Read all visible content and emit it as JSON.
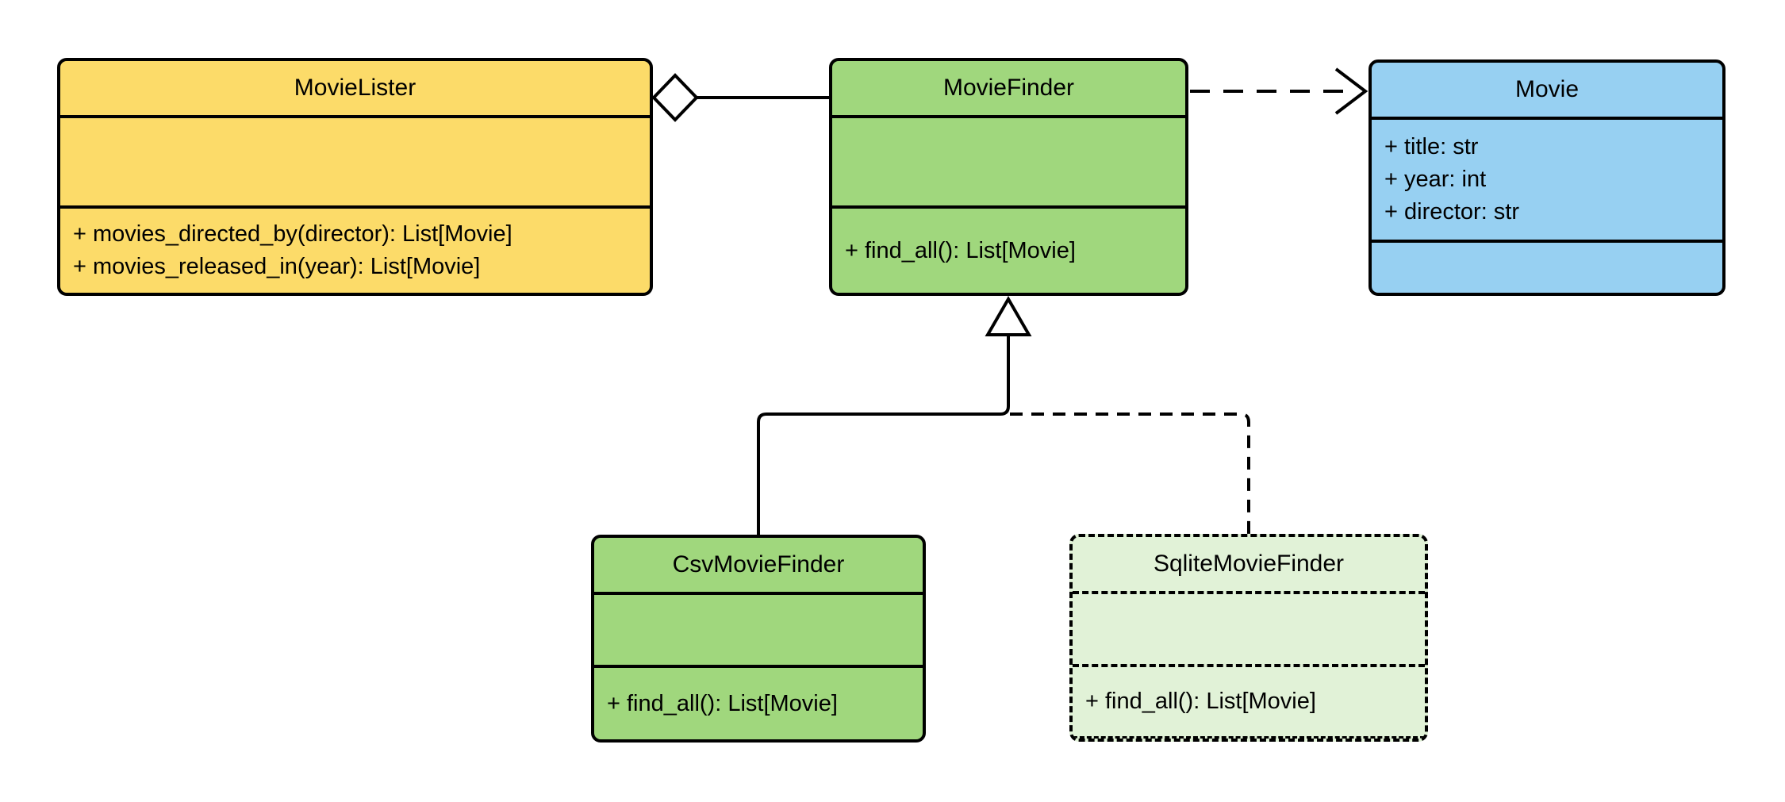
{
  "diagram": {
    "type": "uml-class-diagram",
    "background_color": "#ffffff",
    "line_color": "#000000",
    "classes": [
      {
        "name": "MovieLister",
        "fill": "#FCDB69",
        "border_style": "solid",
        "attributes": [],
        "methods": [
          "+ movies_directed_by(director): List[Movie]",
          "+ movies_released_in(year): List[Movie]"
        ]
      },
      {
        "name": "MovieFinder",
        "fill": "#A0D77D",
        "border_style": "solid",
        "attributes": [],
        "methods": [
          "+ find_all(): List[Movie]"
        ]
      },
      {
        "name": "Movie",
        "fill": "#97D0F2",
        "border_style": "solid",
        "attributes": [
          "+ title: str",
          "+ year: int",
          "+ director: str"
        ],
        "methods": []
      },
      {
        "name": "CsvMovieFinder",
        "fill": "#A0D77D",
        "border_style": "solid",
        "attributes": [],
        "methods": [
          "+ find_all(): List[Movie]"
        ]
      },
      {
        "name": "SqliteMovieFinder",
        "fill": "#E1F2D7",
        "border_style": "dashed",
        "attributes": [],
        "methods": [
          "+ find_all(): List[Movie]"
        ]
      }
    ],
    "relationships": [
      {
        "from": "MovieLister",
        "to": "MovieFinder",
        "type": "aggregation",
        "marker": "hollow-diamond",
        "line": "solid"
      },
      {
        "from": "MovieFinder",
        "to": "Movie",
        "type": "dependency",
        "marker": "open-arrow",
        "line": "dashed"
      },
      {
        "from": "CsvMovieFinder",
        "to": "MovieFinder",
        "type": "generalization",
        "marker": "hollow-triangle",
        "line": "solid"
      },
      {
        "from": "SqliteMovieFinder",
        "to": "MovieFinder",
        "type": "generalization",
        "marker": "hollow-triangle",
        "line": "dashed"
      }
    ]
  }
}
